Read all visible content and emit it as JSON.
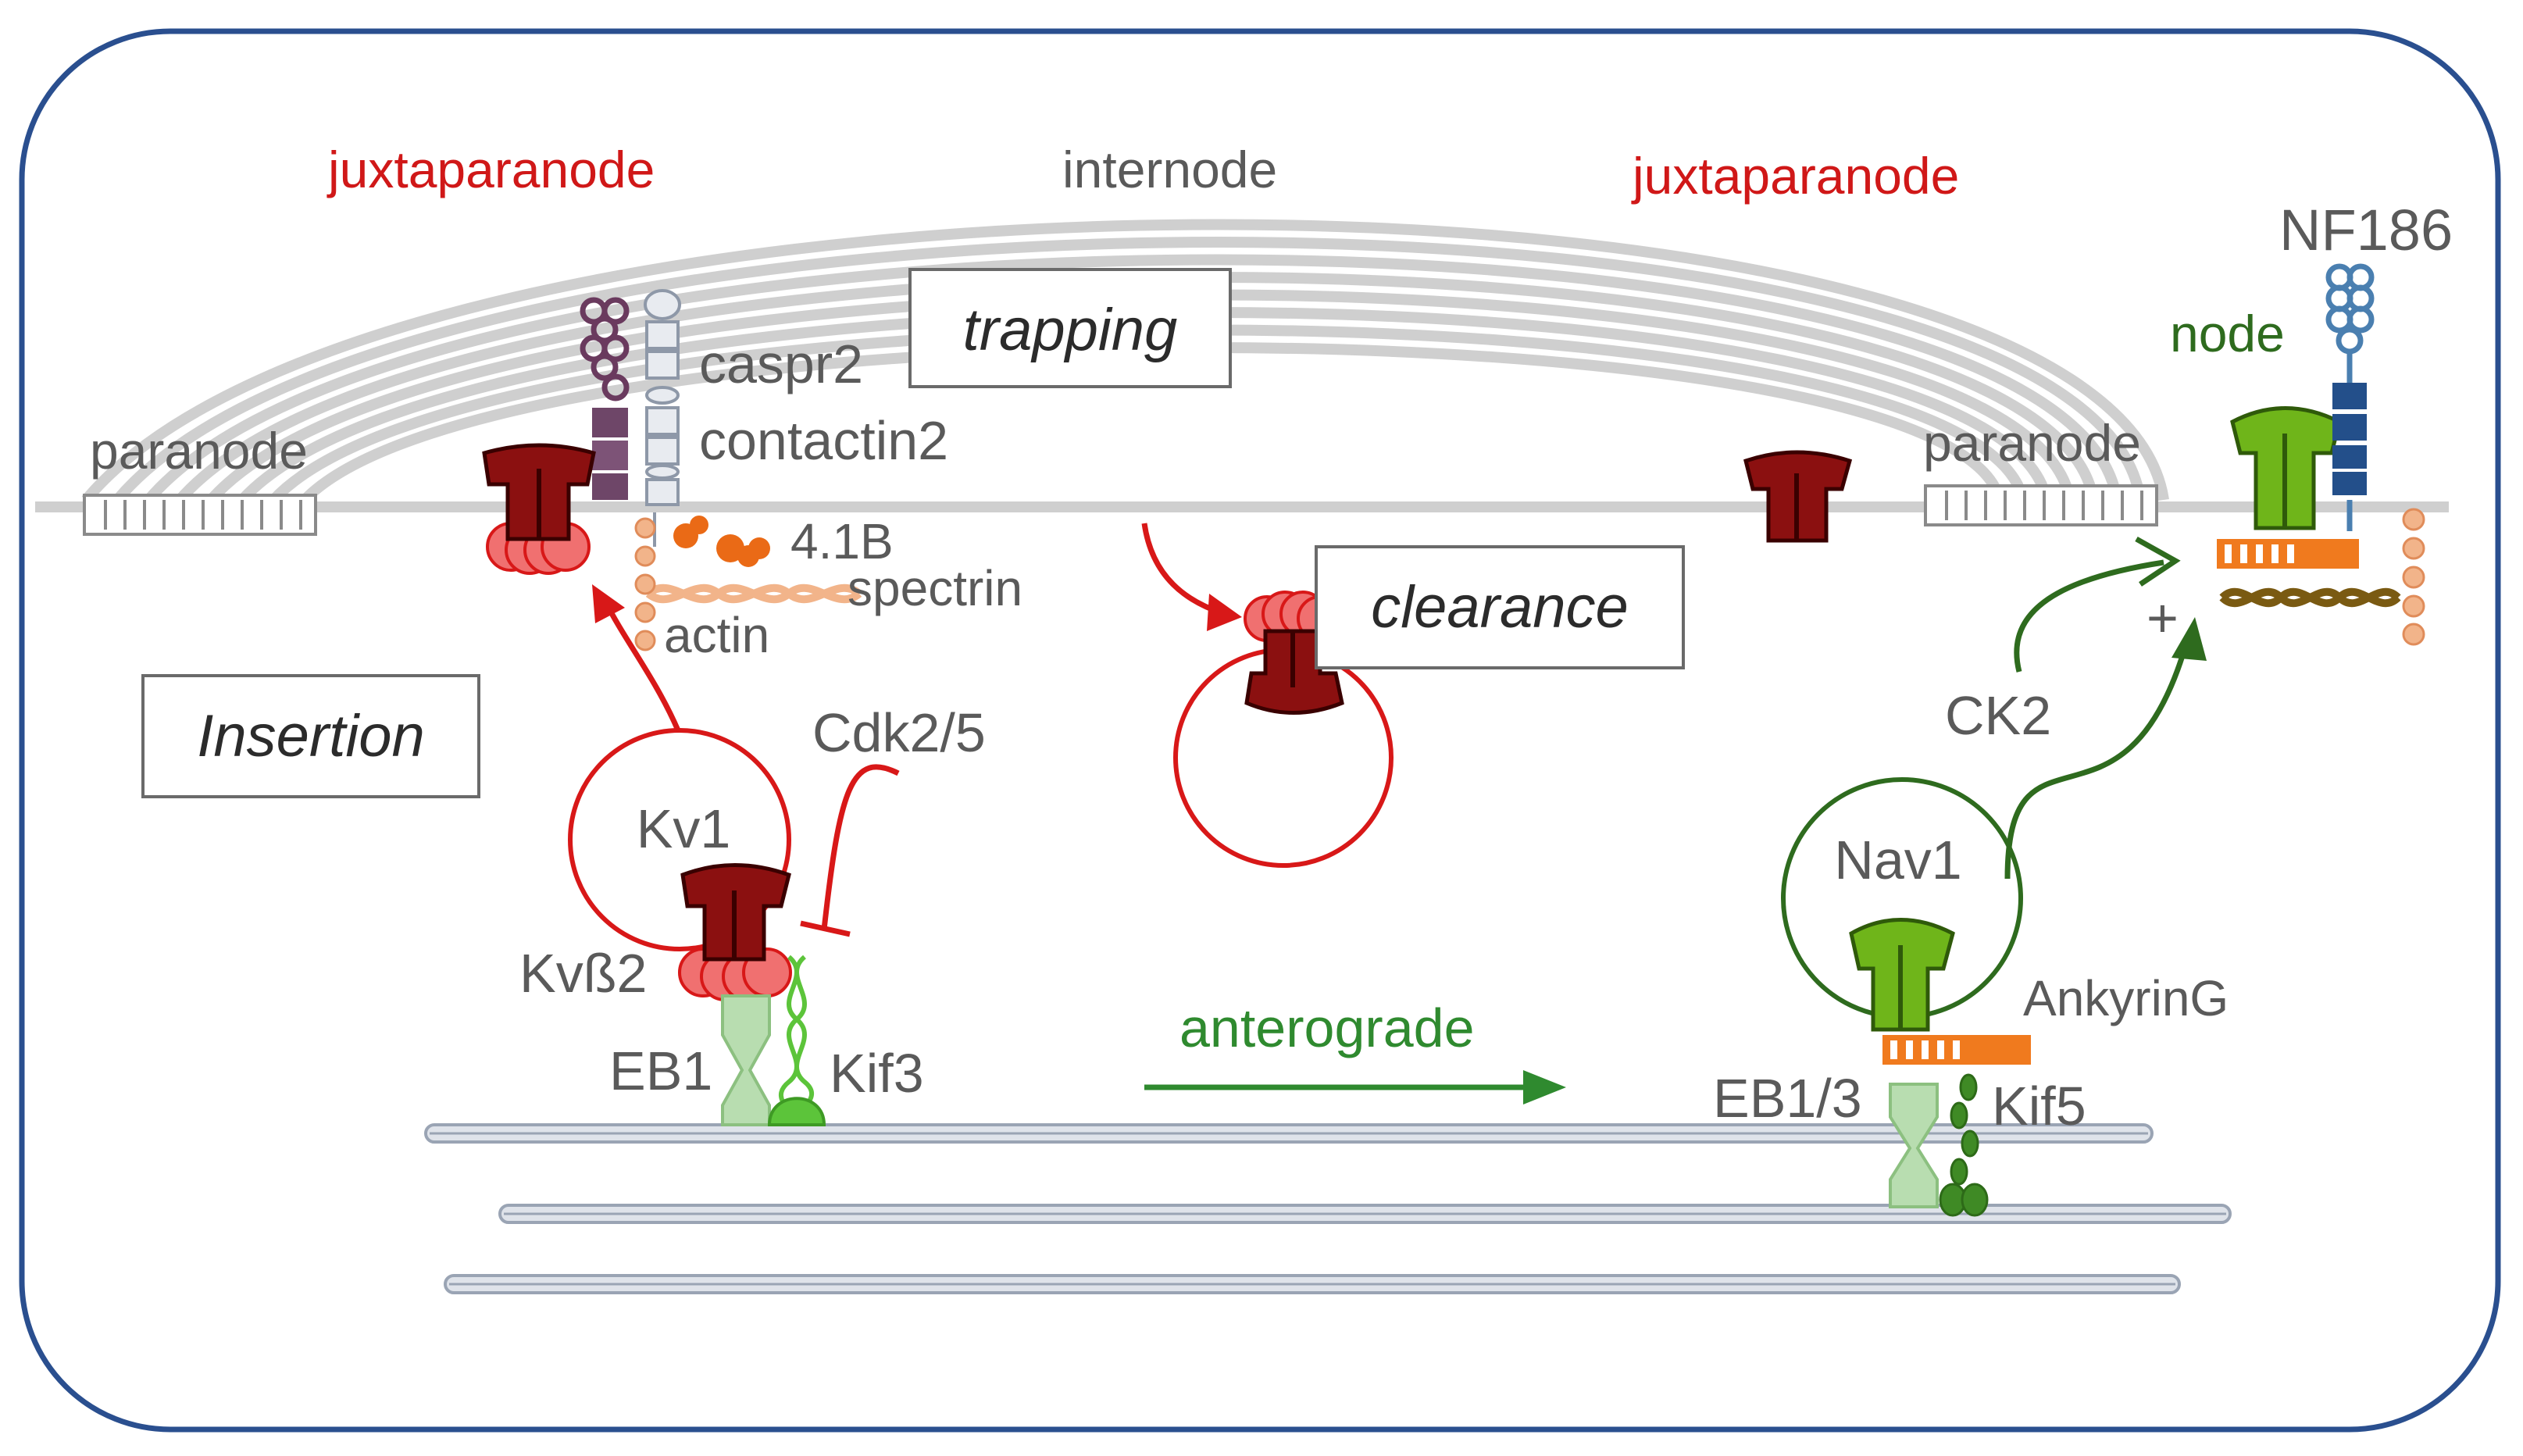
{
  "regions": {
    "juxtaparanode_left": "juxtaparanode",
    "internode": "internode",
    "juxtaparanode_right": "juxtaparanode",
    "paranode_left": "paranode",
    "paranode_right": "paranode",
    "node": "node"
  },
  "processes": {
    "trapping": "trapping",
    "clearance": "clearance",
    "insertion": "Insertion",
    "anterograde": "anterograde"
  },
  "proteins": {
    "caspr2": "caspr2",
    "contactin2": "contactin2",
    "protein_41b": "4.1B",
    "spectrin": "spectrin",
    "actin": "actin",
    "kv1": "Kv1",
    "kvb2": "Kvß2",
    "cdk25": "Cdk2/5",
    "eb1": "EB1",
    "kif3": "Kif3",
    "nav1": "Nav1",
    "ankyring": "AnkyrinG",
    "eb13": "EB1/3",
    "kif5": "Kif5",
    "ck2": "CK2",
    "nf186": "NF186",
    "plus": "+"
  },
  "colors": {
    "frame": "#2a4f8f",
    "myelin": "#cfcfcf",
    "kv_channel": "#8b1010",
    "kv_beta": "#f07070",
    "kv_arrow": "#d81818",
    "nav_channel": "#6fb51a",
    "nav_dark": "#3f6d10",
    "green_arrow": "#2e6b1e",
    "anterograde": "#2f8a2f",
    "ankyrin": "#f07a1e",
    "spectrin": "#f2b48a",
    "microtubule": "#9aa4b4",
    "nf186": "#4a7fb0",
    "region_red": "#d01818",
    "node_green": "#2e6b1e"
  }
}
